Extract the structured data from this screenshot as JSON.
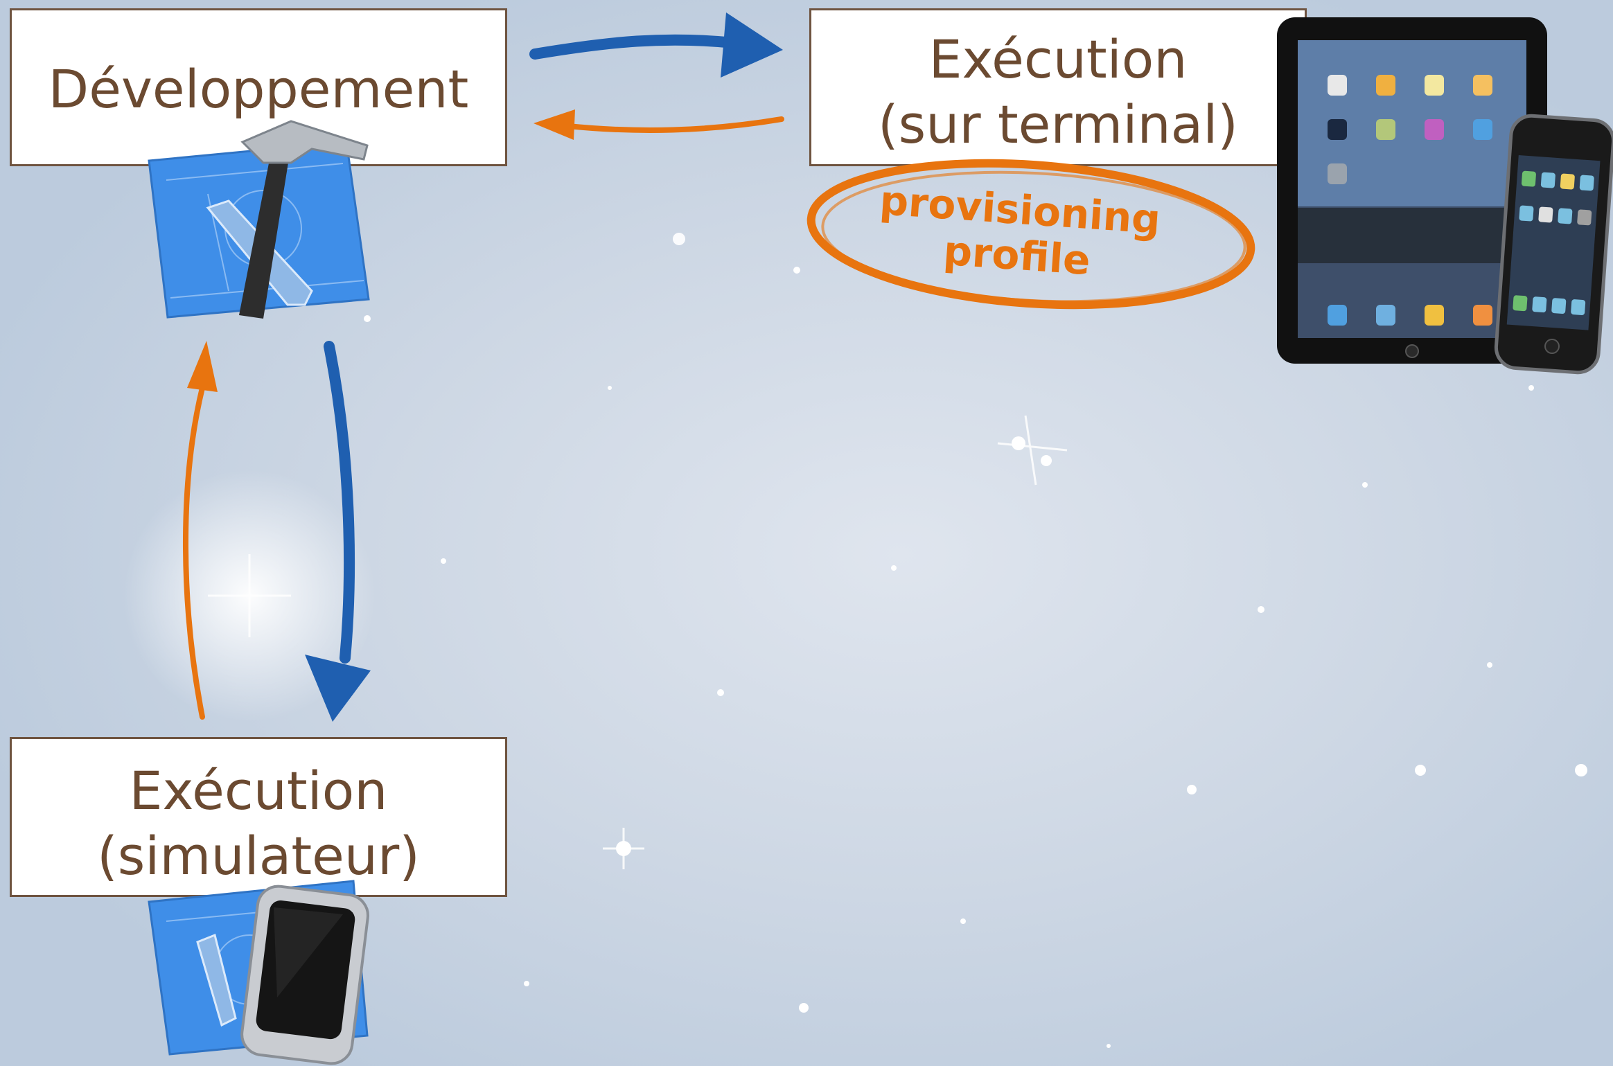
{
  "boxes": {
    "development": {
      "label": "Développement"
    },
    "device": {
      "line1": "Exécution",
      "line2": "(sur terminal)"
    },
    "simulator": {
      "line1": "Exécution",
      "line2": "(simulateur)"
    }
  },
  "stamp": {
    "line1": "provisioning",
    "line2": "profile"
  },
  "colors": {
    "box_text": "#6b4a31",
    "box_border": "#6f5440",
    "arrow_blue": "#1f5fb0",
    "arrow_orange": "#e8740f",
    "xcode_blue": "#3f8ee8"
  },
  "icons": [
    "xcode-icon",
    "hammer-icon",
    "ipad-icon",
    "iphone-icon",
    "simulator-phone-icon"
  ]
}
